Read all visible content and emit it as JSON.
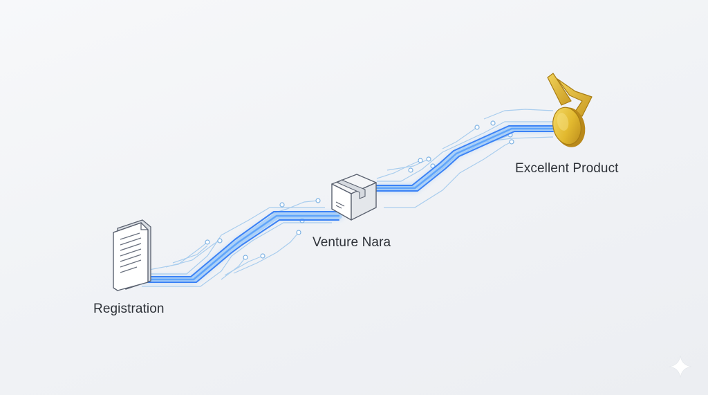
{
  "nodes": [
    {
      "id": "registration",
      "label": "Registration",
      "icon": "document-icon"
    },
    {
      "id": "venture",
      "label": "Venture Nara",
      "icon": "package-box-icon"
    },
    {
      "id": "excellent",
      "label": "Excellent Product",
      "icon": "medal-icon"
    }
  ],
  "colors": {
    "background": "#f1f3f6",
    "line_glow": "#3b82f6",
    "line_core": "#60a5fa",
    "circuit_trace": "#9ccaf0",
    "icon_outline": "#5b6270",
    "medal_gold": "#e2b92f",
    "label_text": "#2e3238"
  },
  "decorations": [
    "sparkle-icon"
  ]
}
